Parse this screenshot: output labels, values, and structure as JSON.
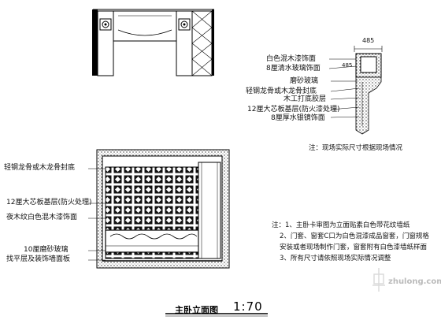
{
  "top_elevation_labels": {
    "dim_485": "485",
    "dim_485b": "485",
    "l1": "白色混木漆饰面",
    "l2": "8厘清水玻璃饰面",
    "l3": "磨砂玻璃",
    "l4": "轻钢龙骨或木龙骨封底",
    "l5": "木工打底胶层",
    "l6": "12厘大芯板基层(防火漆处理)",
    "l7": "8厘厚水银镜饰面",
    "note": "注：现场实际尺寸根据现场情况"
  },
  "bottom_elevation_labels": {
    "l1": "轻钢龙骨或木龙骨封底",
    "l2": "12厘大芯板基层(防火处理)",
    "l3": "夜木纹白色混木漆饰面",
    "l4": "10厘磨砂玻璃",
    "l5": "找平层及装饰墙面板"
  },
  "notes": [
    "注：1、主卧卡审图为立面贴素白色带花纹墙纸",
    "2、门套、窗套C口为白色混漆成品窗套，门窗规格",
    "安装或者现场制作门套，窗套附有白色漆墙纸样面",
    "3、所有尺寸请依照现场实际情况调整"
  ],
  "drawing_title": "主卧立面图",
  "scale": "1:70",
  "watermark": "zhulong.com"
}
